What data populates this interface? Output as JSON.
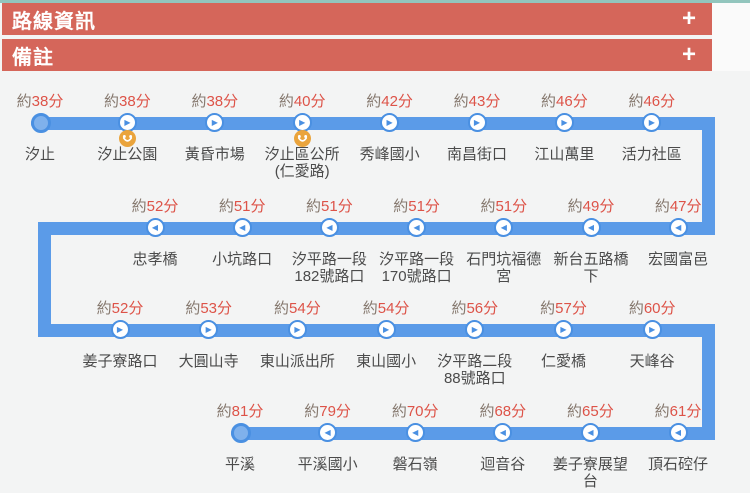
{
  "page": {
    "colors": {
      "header_red": "#d5665a",
      "route_line_blue": "#5b9be8",
      "stop_icon_border_blue": "#4a90e2",
      "terminal_fill_blue": "#7fb1ec",
      "time_number_red": "#dd5348",
      "time_prefix_gray": "#86796f",
      "stop_name_gray": "#4b4b4b",
      "youbike_orange": "#eaa43c",
      "top_strip_teal": "#92c5bd",
      "background": "#f3f4f4"
    }
  },
  "icons": {
    "arrow_right_glyph": "▶",
    "arrow_left_glyph": "◀",
    "plus_glyph": "+"
  },
  "accordion": [
    {
      "label": "路線資訊",
      "toggle": "+"
    },
    {
      "label": "備註",
      "toggle": "+"
    }
  ],
  "route": {
    "time_prefix": "約",
    "time_suffix": "分",
    "rows": [
      {
        "direction": "right",
        "stops": [
          {
            "name": "汐止",
            "minutes": "38",
            "type": "terminal"
          },
          {
            "name": "汐止公園",
            "minutes": "38",
            "type": "arrow",
            "youbike": true
          },
          {
            "name": "黃昏市場",
            "minutes": "38",
            "type": "arrow"
          },
          {
            "name": "汐止區公所\n(仁愛路)",
            "minutes": "40",
            "type": "arrow",
            "youbike": true
          },
          {
            "name": "秀峰國小",
            "minutes": "42",
            "type": "arrow"
          },
          {
            "name": "南昌街口",
            "minutes": "43",
            "type": "arrow"
          },
          {
            "name": "江山萬里",
            "minutes": "46",
            "type": "arrow"
          },
          {
            "name": "活力社區",
            "minutes": "46",
            "type": "arrow"
          }
        ]
      },
      {
        "direction": "left",
        "stops": [
          {
            "name": "忠孝橋",
            "minutes": "52",
            "type": "arrow"
          },
          {
            "name": "小坑路口",
            "minutes": "51",
            "type": "arrow"
          },
          {
            "name": "汐平路一段\n182號路口",
            "minutes": "51",
            "type": "arrow"
          },
          {
            "name": "汐平路一段\n170號路口",
            "minutes": "51",
            "type": "arrow"
          },
          {
            "name": "石門坑福德\n宮",
            "minutes": "51",
            "type": "arrow"
          },
          {
            "name": "新台五路橋\n下",
            "minutes": "49",
            "type": "arrow"
          },
          {
            "name": "宏國富邑",
            "minutes": "47",
            "type": "arrow"
          }
        ]
      },
      {
        "direction": "right",
        "stops": [
          {
            "name": "姜子寮路口",
            "minutes": "52",
            "type": "arrow"
          },
          {
            "name": "大圓山寺",
            "minutes": "53",
            "type": "arrow"
          },
          {
            "name": "東山派出所",
            "minutes": "54",
            "type": "arrow"
          },
          {
            "name": "東山國小",
            "minutes": "54",
            "type": "arrow"
          },
          {
            "name": "汐平路二段\n88號路口",
            "minutes": "56",
            "type": "arrow"
          },
          {
            "name": "仁愛橋",
            "minutes": "57",
            "type": "arrow"
          },
          {
            "name": "天峰谷",
            "minutes": "60",
            "type": "arrow"
          }
        ]
      },
      {
        "direction": "left",
        "stops": [
          {
            "name": "平溪",
            "minutes": "81",
            "type": "terminal"
          },
          {
            "name": "平溪國小",
            "minutes": "79",
            "type": "arrow"
          },
          {
            "name": "磐石嶺",
            "minutes": "70",
            "type": "arrow"
          },
          {
            "name": "迴音谷",
            "minutes": "68",
            "type": "arrow"
          },
          {
            "name": "姜子寮展望\n台",
            "minutes": "65",
            "type": "arrow"
          },
          {
            "name": "頂石硿仔",
            "minutes": "61",
            "type": "arrow"
          }
        ]
      }
    ]
  }
}
